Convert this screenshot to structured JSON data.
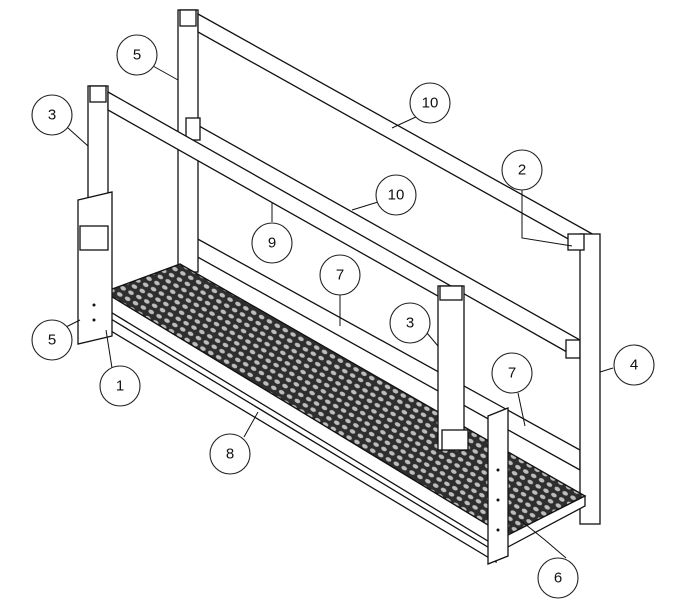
{
  "callouts": [
    {
      "label": "5"
    },
    {
      "label": "10"
    },
    {
      "label": "3"
    },
    {
      "label": "2"
    },
    {
      "label": "10"
    },
    {
      "label": "9"
    },
    {
      "label": "7"
    },
    {
      "label": "3"
    },
    {
      "label": "5"
    },
    {
      "label": "4"
    },
    {
      "label": "7"
    },
    {
      "label": "1"
    },
    {
      "label": "8"
    },
    {
      "label": "6"
    }
  ],
  "colors": {
    "line": "#111111",
    "grating": "#3a3a3a",
    "background": "#ffffff"
  }
}
